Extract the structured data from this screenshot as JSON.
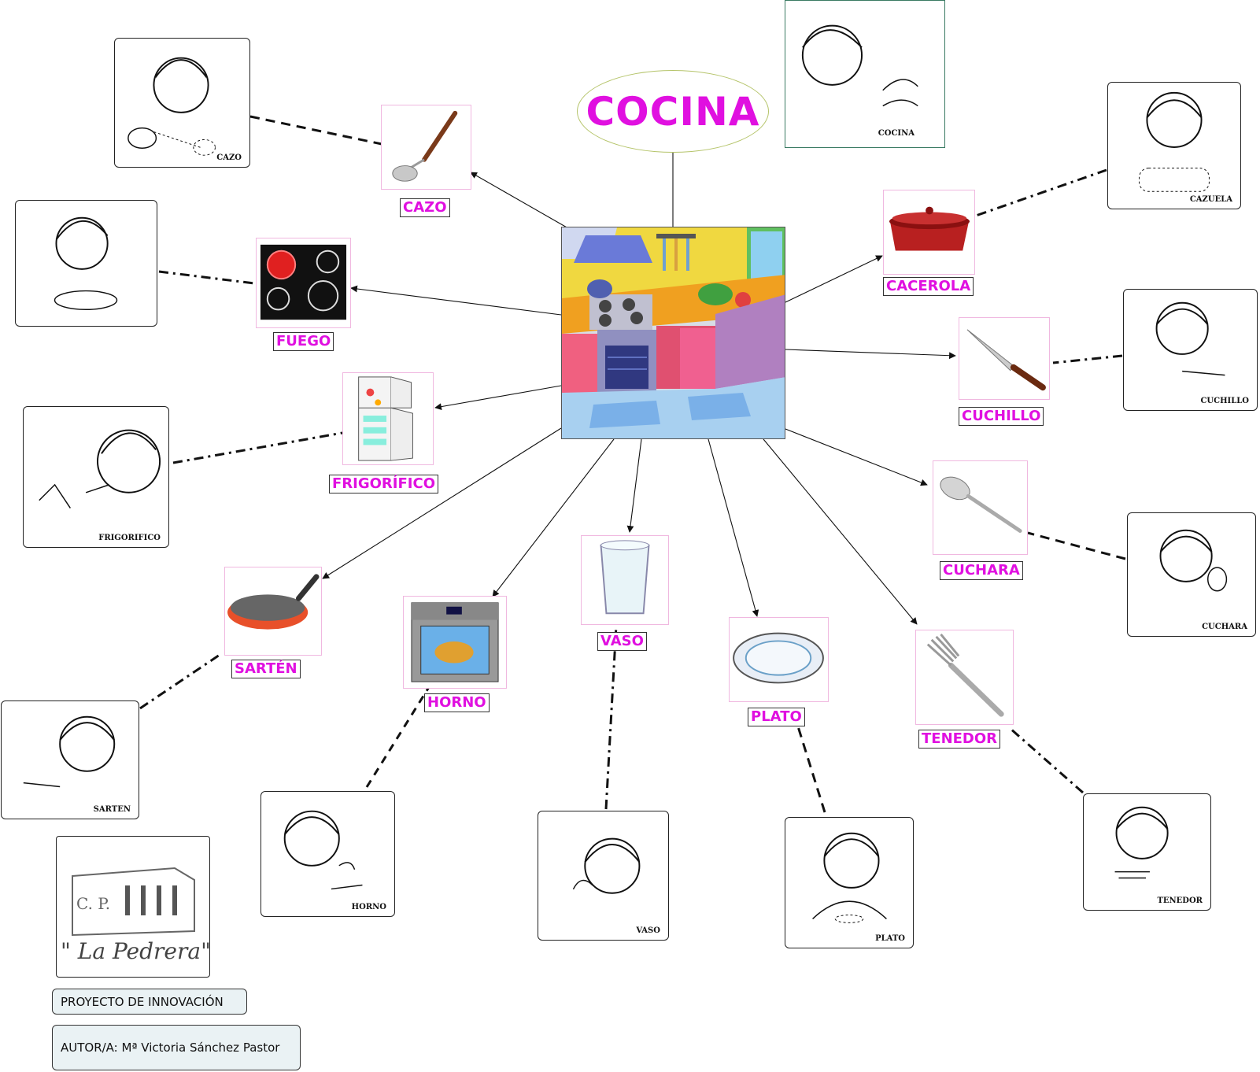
{
  "title": "COCINA",
  "items": [
    {
      "key": "cazo",
      "label": "CAZO",
      "sign_caption": "CAZO"
    },
    {
      "key": "fuego",
      "label": "FUEGO",
      "sign_caption": ""
    },
    {
      "key": "frigorifico",
      "label": "FRIGORÍFICO",
      "sign_caption": "FRIGORIFICO"
    },
    {
      "key": "sarten",
      "label": "SARTÉN",
      "sign_caption": "SARTEN"
    },
    {
      "key": "horno",
      "label": "HORNO",
      "sign_caption": "HORNO"
    },
    {
      "key": "vaso",
      "label": "VASO",
      "sign_caption": "VASO"
    },
    {
      "key": "plato",
      "label": "PLATO",
      "sign_caption": "PLATO"
    },
    {
      "key": "tenedor",
      "label": "TENEDOR",
      "sign_caption": "TENEDOR"
    },
    {
      "key": "cuchara",
      "label": "CUCHARA",
      "sign_caption": "CUCHARA"
    },
    {
      "key": "cuchillo",
      "label": "CUCHILLO",
      "sign_caption": "CUCHILLO"
    },
    {
      "key": "cacerola",
      "label": "CACEROLA",
      "sign_caption": "CAZUELA"
    }
  ],
  "title_sign_caption": "COCINA",
  "logo": {
    "line1": "C. P.",
    "line2": "\" La Pedrera\""
  },
  "footer": {
    "project": "PROYECTO DE INNOVACIÓN",
    "author": "AUTOR/A: Mª Victoria Sánchez Pastor"
  },
  "colors": {
    "label_text": "#e010e0",
    "title_text": "#e010e0",
    "oval_border": "#b5c46a"
  }
}
